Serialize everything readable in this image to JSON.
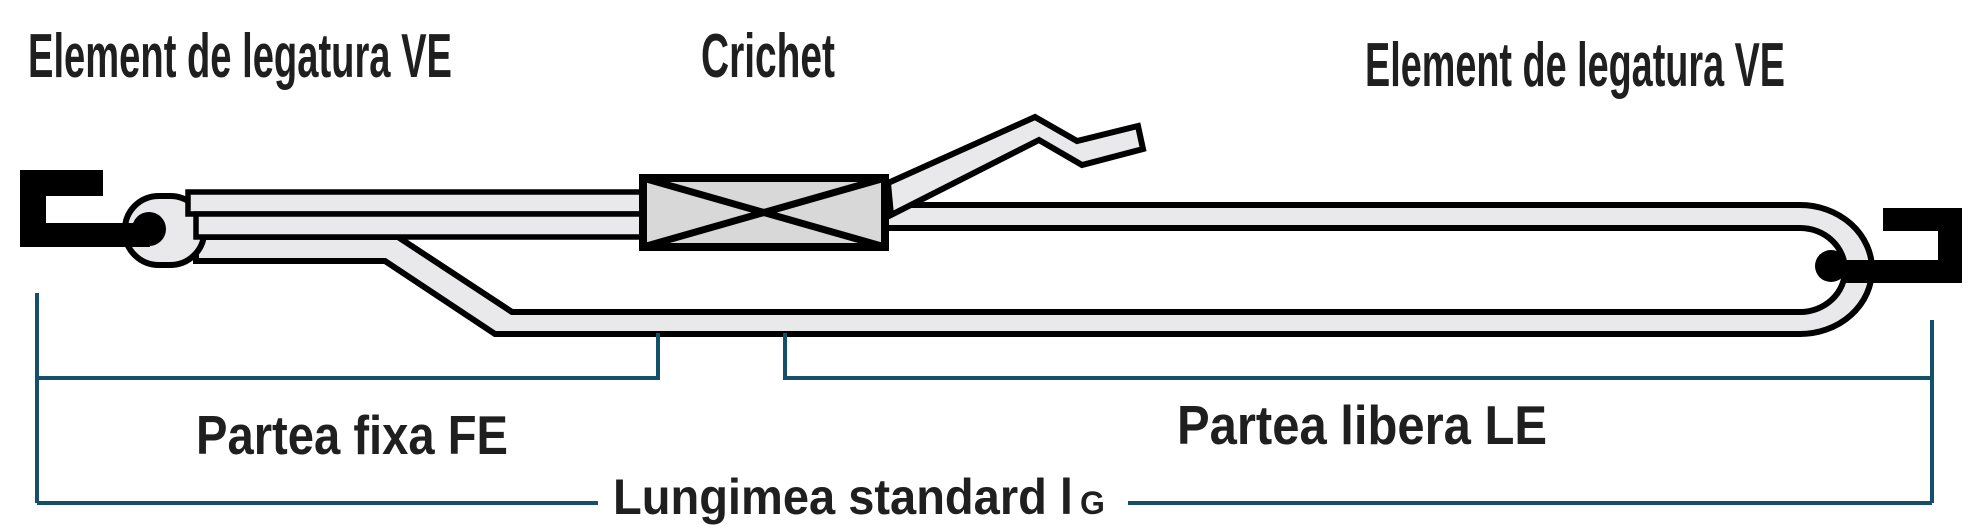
{
  "diagram": {
    "title_labels": {
      "element_left": "Element de legatura VE",
      "crichet": "Crichet",
      "element_right": "Element de legatura VE"
    },
    "dimension_labels": {
      "partea_fixa": "Partea fixa FE",
      "partea_libera": "Partea libera LE",
      "lungimea_standard": "Lungimea standard l",
      "lungimea_subscript": "G"
    },
    "colors": {
      "background": "#ffffff",
      "strap_fill": "#e9e9eb",
      "ratchet_fill": "#d8d8d8",
      "outline": "#000000",
      "dimension_line": "#15506a",
      "text": "#1f1f1f"
    }
  }
}
